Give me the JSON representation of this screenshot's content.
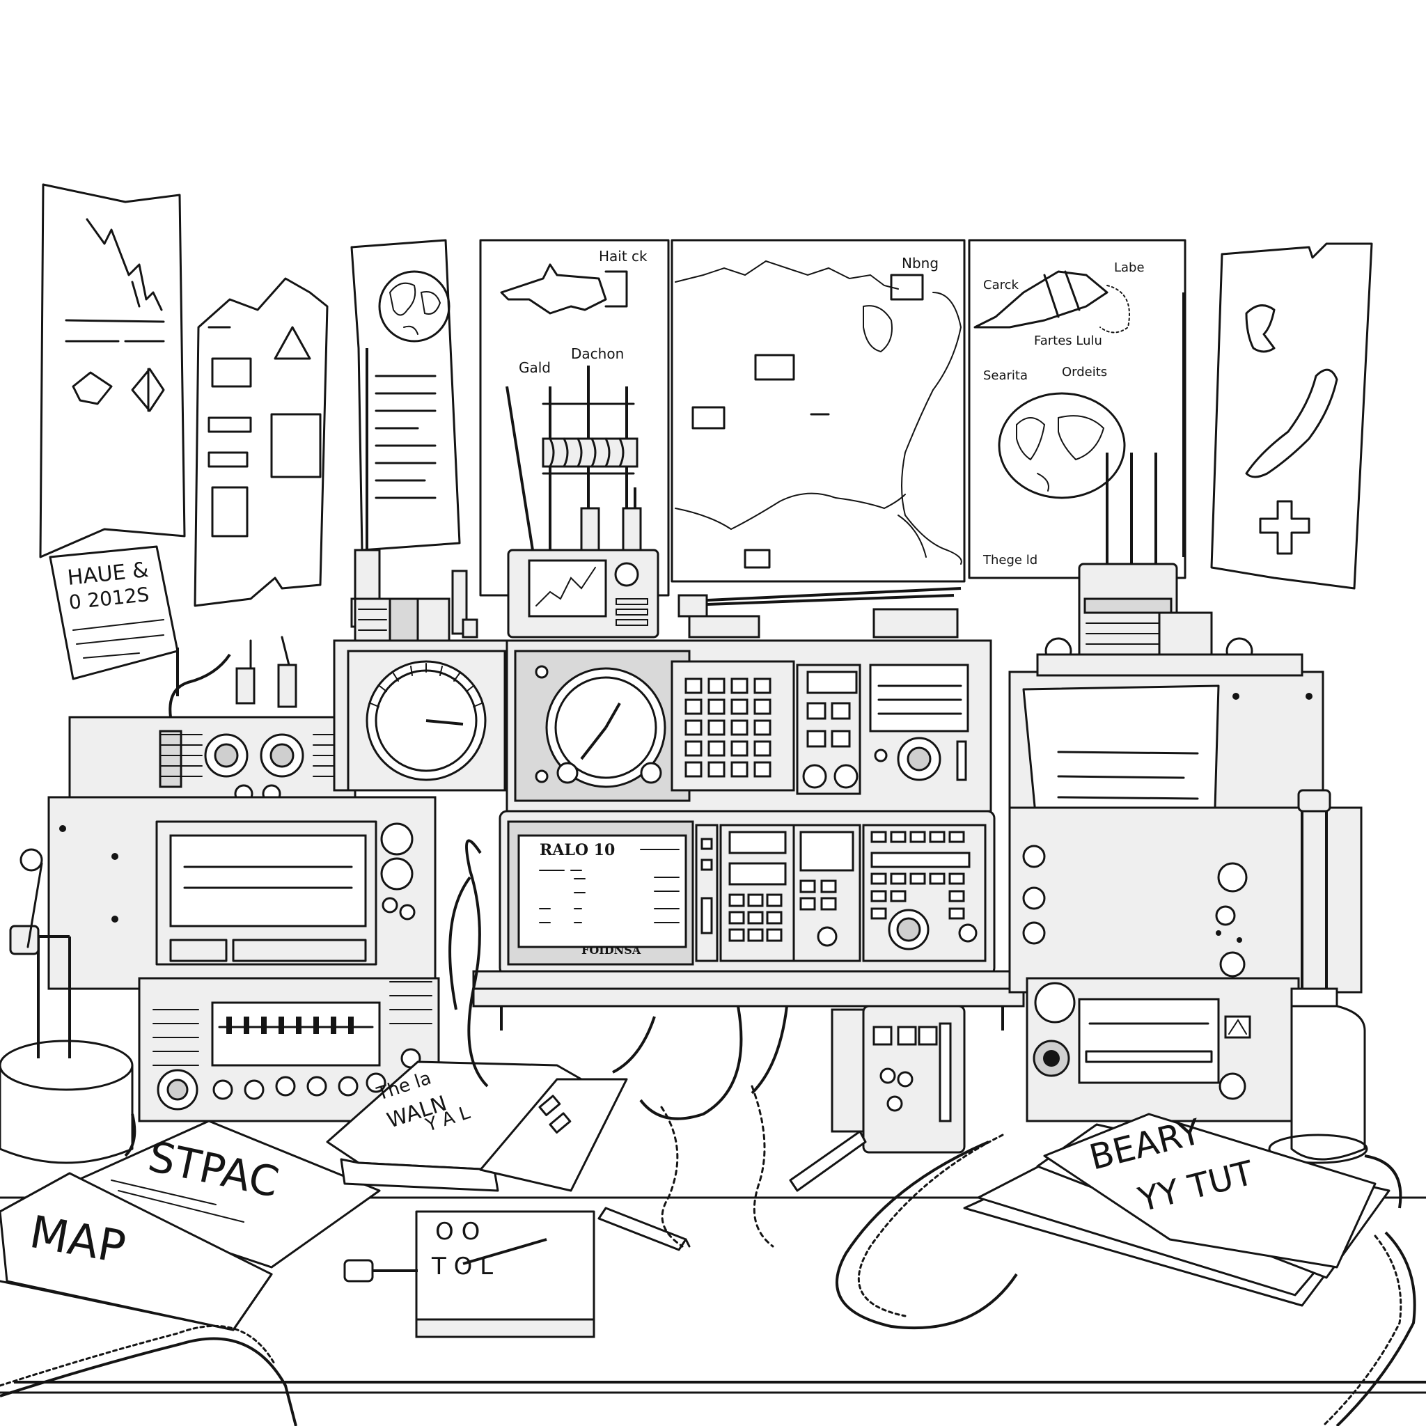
{
  "notes": {
    "top_left_note": {
      "line1": "HAUE &",
      "line2": "0 2012S"
    }
  },
  "maps": {
    "map_left": {
      "title": "Hait ck",
      "label_a": "Gald",
      "label_b": "Dachon"
    },
    "map_center": {
      "label": "Nbng"
    },
    "map_right": {
      "label_a": "Carck",
      "label_b": "Labe",
      "label_c": "Fartes Lulu",
      "label_d": "Searita",
      "label_e": "Ordeits",
      "label_f": "Thege ld"
    }
  },
  "radio": {
    "display_title": "RALO 10",
    "brand": "FOIDNSA"
  },
  "desk": {
    "book_left": {
      "line1": "STPAC",
      "line2": "MAP"
    },
    "book_center": {
      "line1": "The la",
      "line2": "WALN",
      "line3": "Y A L"
    },
    "book_right": {
      "line1": "BEARY",
      "line2": "YY TUT"
    },
    "device_small": {
      "line1": "O O",
      "line2": "T  O  L"
    }
  },
  "icons": {
    "globe": "globe-icon",
    "gauge": "gauge-icon",
    "antenna": "antenna-icon",
    "microphone": "microphone-icon",
    "pen": "pen-icon"
  }
}
